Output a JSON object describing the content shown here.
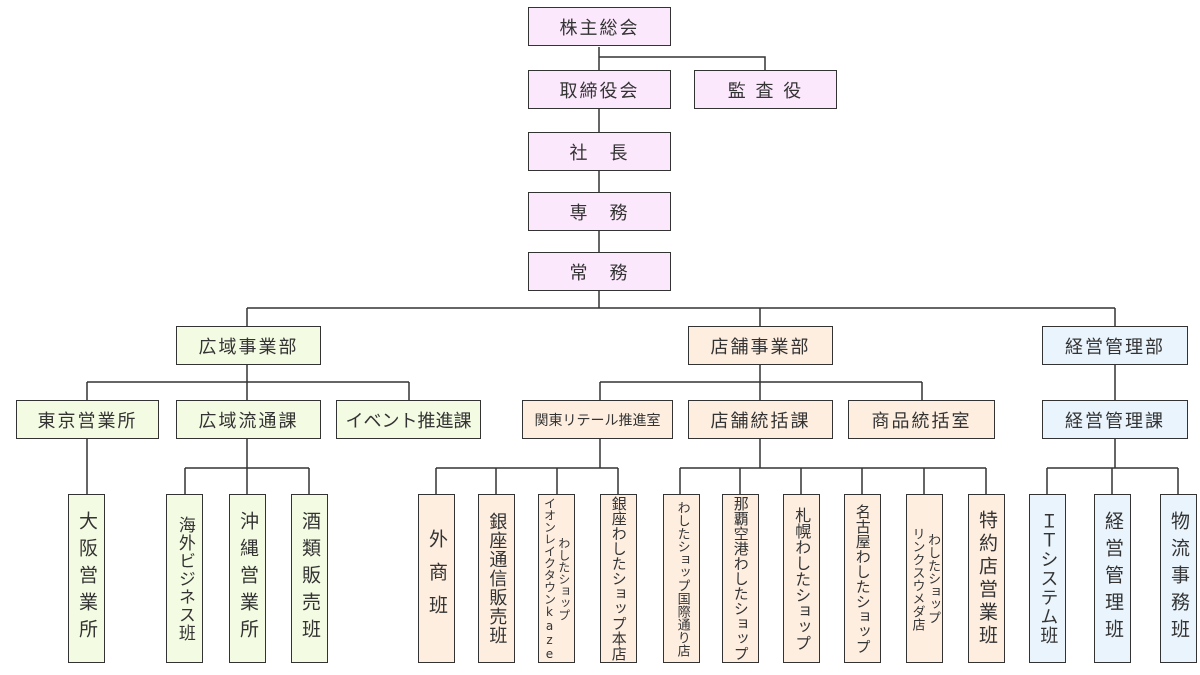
{
  "colors": {
    "executive": "#fce8fc",
    "wide_area": "#f4fbe3",
    "store": "#fdeee0",
    "management": "#e9f4fc",
    "line": "#333333"
  },
  "executive": {
    "shareholders": "株主総会",
    "board": "取締役会",
    "auditor": "監 査 役",
    "president": "社　長",
    "senior_md": "専　務",
    "md": "常　務"
  },
  "wide_area": {
    "division": "広域事業部",
    "tokyo": "東京営業所",
    "distribution": "広域流通課",
    "event": "イベント推進課",
    "osaka": "大阪営業所",
    "overseas": "海外ビジネス班",
    "okinawa": "沖縄営業所",
    "liquor": "酒類販売班"
  },
  "store": {
    "division": "店舗事業部",
    "kanto": "関東リテール推進室",
    "stores": "店舗統括課",
    "products": "商品統括室",
    "gaisho": "外商班",
    "ginza_mail": "銀座通信販売班",
    "aeon_1": "わしたショップ",
    "aeon_2": "イオンレイクタウンkaze",
    "ginza_main": "銀座わしたショップ本店",
    "kokusai": "わしたショップ国際通り店",
    "naha_airport": "那覇空港わしたショップ",
    "sapporo": "札幌わしたショップ",
    "nagoya": "名古屋わしたショップ",
    "rinku_1": "わしたショップ",
    "rinku_2": "リンクスウメダ店",
    "special": "特約店営業班"
  },
  "management": {
    "division": "経営管理部",
    "section": "経営管理課",
    "it": "ＩＴシステム班",
    "admin": "経営管理班",
    "logistics": "物流事務班"
  }
}
